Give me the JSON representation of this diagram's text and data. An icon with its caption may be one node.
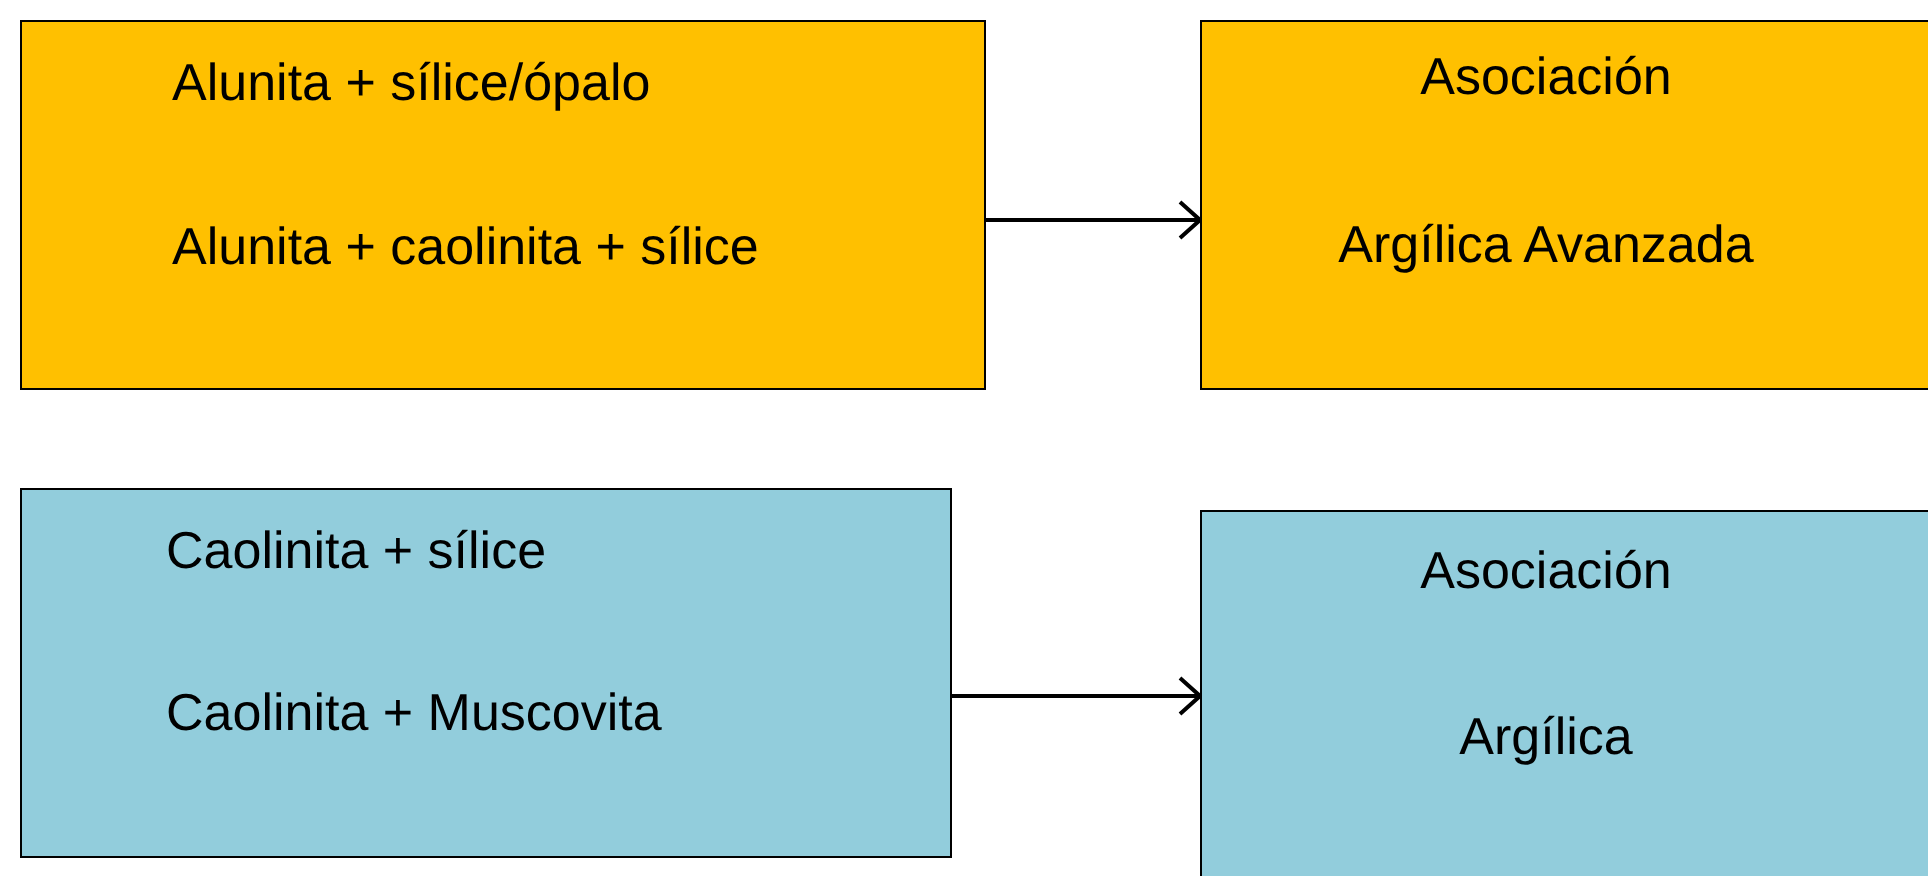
{
  "diagram": {
    "nodes": [
      {
        "text": [
          "Alunita + sílice/ópalo",
          "Alunita + caolinita + sílice"
        ]
      },
      {
        "text": [
          "Asociación",
          "Argílica Avanzada"
        ]
      },
      {
        "text": [
          "Caolinita + sílice",
          "Caolinita + Muscovita"
        ]
      },
      {
        "text": [
          "Asociación",
          "Argílica"
        ]
      }
    ],
    "edges": [
      {
        "from": 0,
        "to": 1,
        "arrow": "to"
      },
      {
        "from": 2,
        "to": 3,
        "arrow": "to"
      }
    ]
  }
}
